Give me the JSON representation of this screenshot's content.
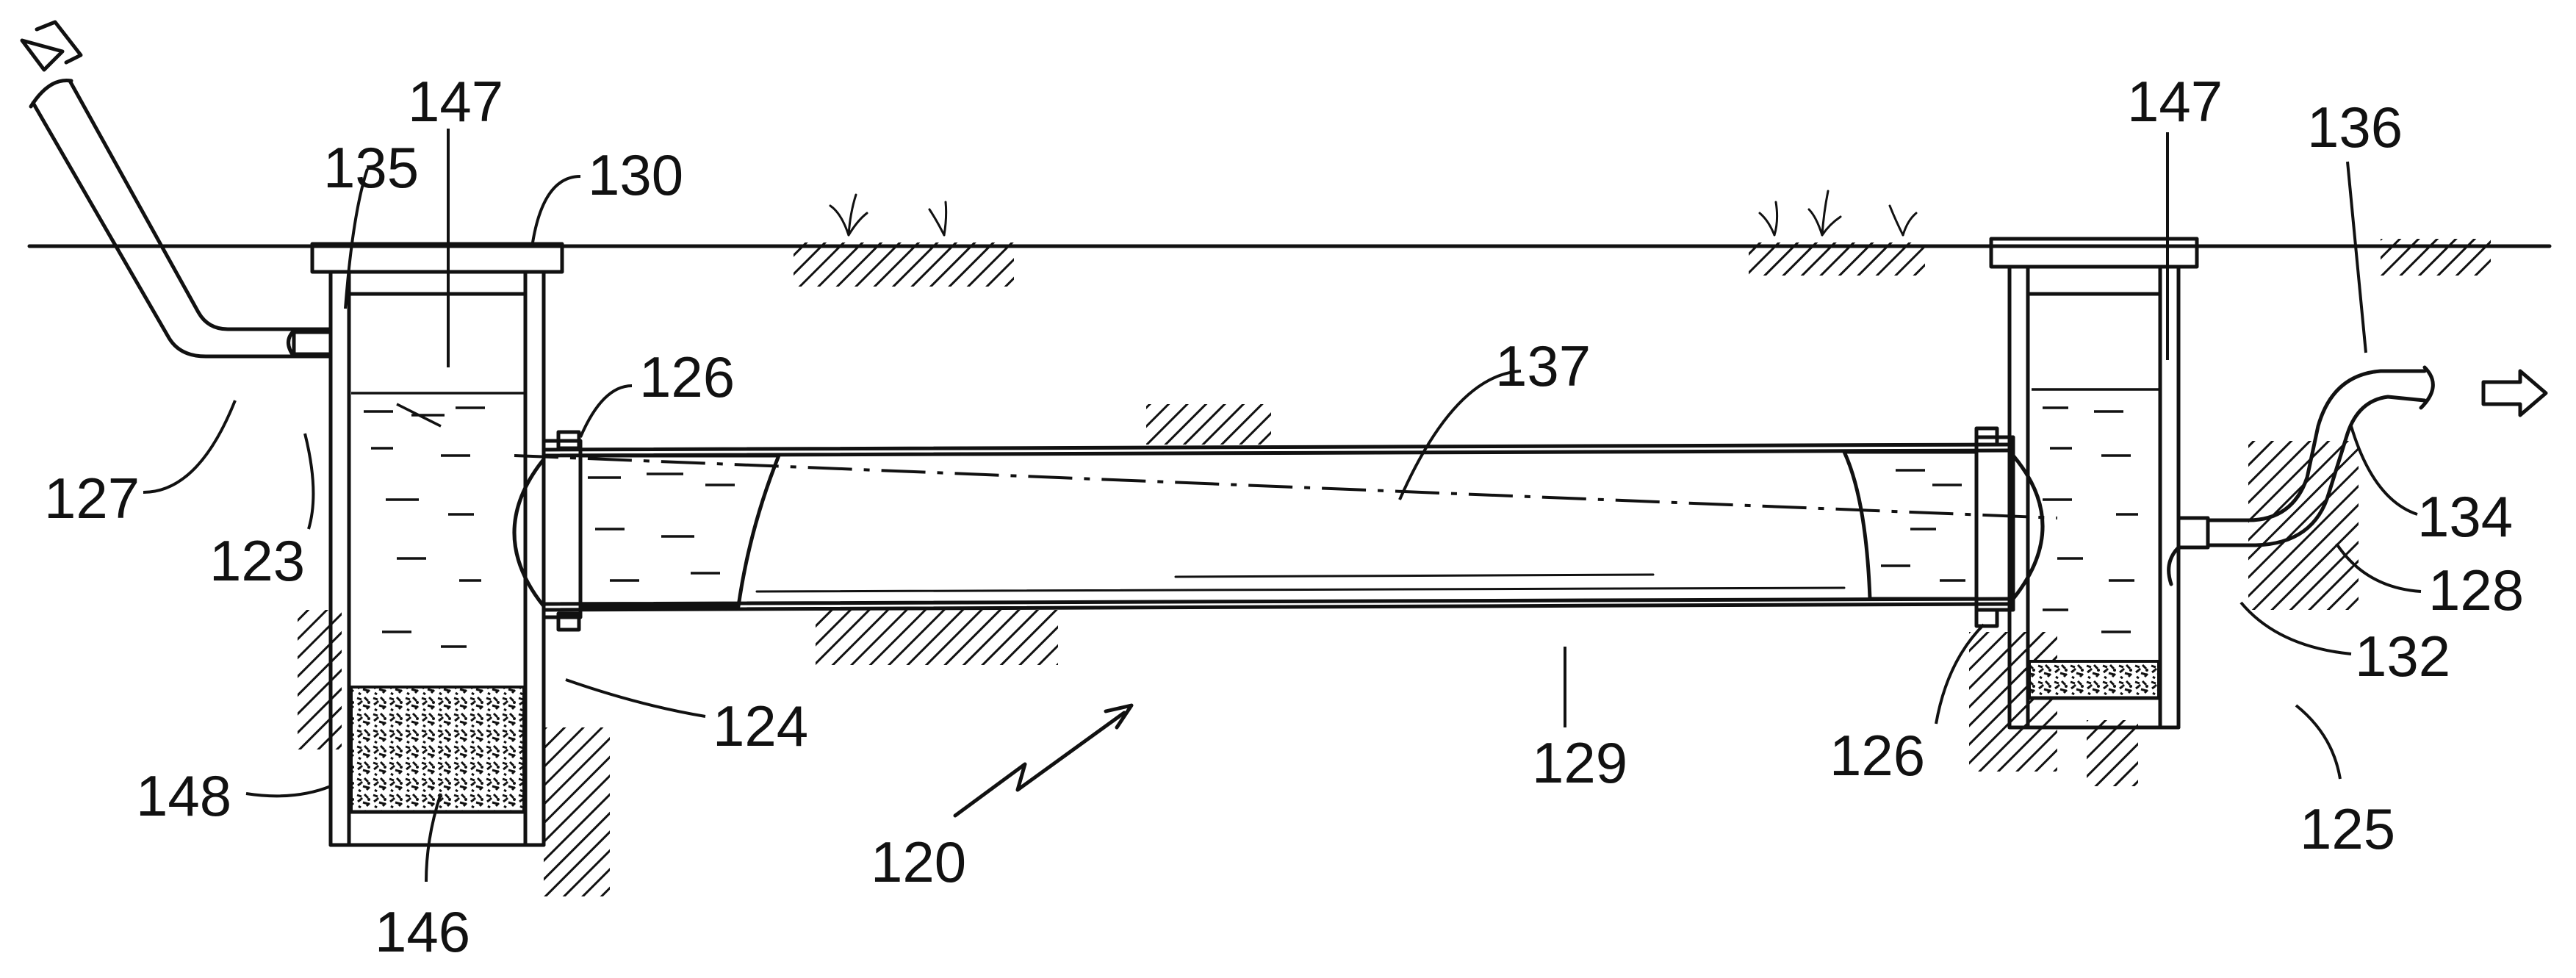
{
  "labels": {
    "inlet_pipe": "127",
    "inlet_fitting": "123",
    "inlet_elbow": "135",
    "left_water_level": "147",
    "left_lid": "130",
    "left_coupling_top": "126",
    "center_axis": "137",
    "left_box": "124",
    "left_sediment": "146",
    "left_box_wall": "148",
    "assembly": "120",
    "pipe": "129",
    "right_coupling_bottom": "126",
    "right_water_level": "147",
    "outlet_pipe_end": "136",
    "outlet_bend": "134",
    "outlet_pipe": "128",
    "outlet_fitting": "132",
    "right_box": "125"
  },
  "icons": [
    "inlet-arrow-icon",
    "outlet-arrow-icon"
  ]
}
